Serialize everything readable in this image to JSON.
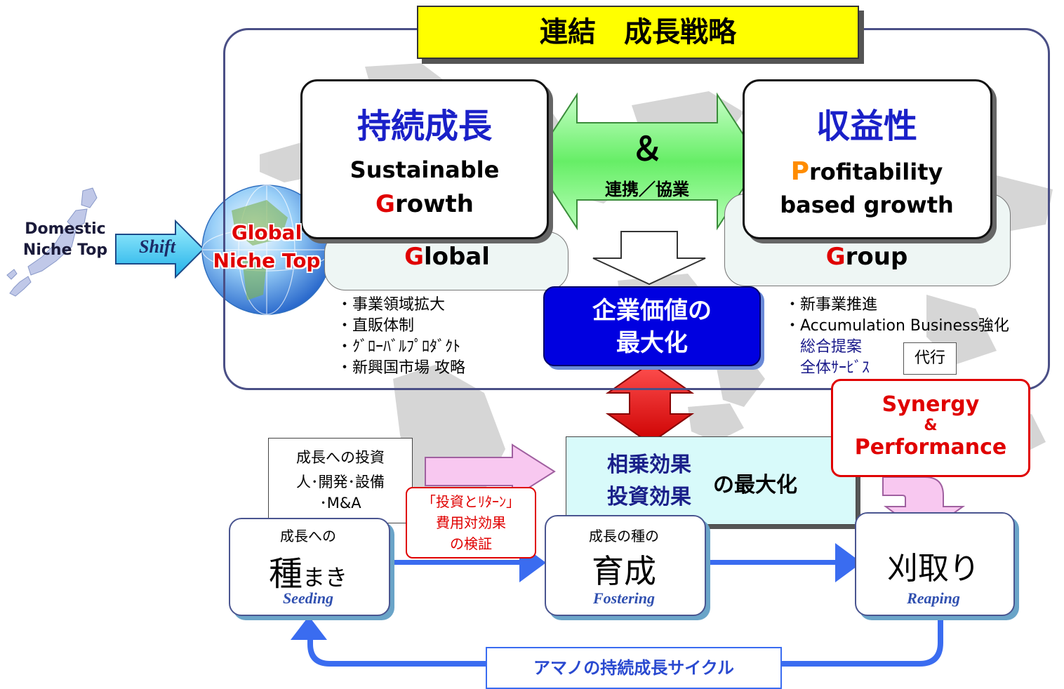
{
  "title": "連結　成長戦略",
  "left_panel": {
    "jp": "持続成長",
    "en_line1": "Sustainable",
    "en_line2_initial": "G",
    "en_line2_rest": "rowth",
    "tab_initial": "G",
    "tab_rest": "lobal",
    "bullets": [
      "・事業領域拡大",
      "・直販体制",
      "・ｸﾞﾛｰﾊﾞﾙﾌﾟﾛﾀﾞｸﾄ",
      "・新興国市場 攻略"
    ]
  },
  "right_panel": {
    "jp": "収益性",
    "en_line1_initial": "P",
    "en_line1_rest": "rofitability",
    "en_line2": "based growth",
    "tab_initial": "G",
    "tab_rest": "roup",
    "bullets": [
      "・新事業推進",
      "・Accumulation Business強化"
    ],
    "sub_items": [
      "総合提案",
      "全体ｻｰﾋﾞｽ"
    ],
    "proxy": "代行"
  },
  "center": {
    "ampersand": "＆",
    "collab": "連携／協業",
    "value_line1": "企業価値の",
    "value_line2": "最大化"
  },
  "globe": {
    "domestic_line1": "Domestic",
    "domestic_line2": "Niche Top",
    "shift": "Shift",
    "global_line1": "Global",
    "global_line2": "Niche Top"
  },
  "investment": {
    "line1": "成長への投資",
    "line2": "人･開発･設備",
    "line3": "･M&A"
  },
  "return_note": {
    "line1": "「投資とﾘﾀｰﾝ」",
    "line2": "費用対効果",
    "line3": "の検証"
  },
  "synergy_center": {
    "line1": "相乗効果",
    "line2": "投資効果",
    "suffix": "の最大化"
  },
  "synergy_badge": {
    "line1": "Synergy",
    "line2": "&",
    "line3": "Performance"
  },
  "cycle": [
    {
      "small": "成長への",
      "big_char": "種",
      "big_rest": "まき",
      "en": "Seeding"
    },
    {
      "small": "成長の種の",
      "big": "育成",
      "en": "Fostering"
    },
    {
      "big": "刈取り",
      "en": "Reaping"
    }
  ],
  "cycle_label": "アマノの持続成長サイクル",
  "colors": {
    "title_bg": "#ffff00",
    "accent_red": "#e00000",
    "accent_blue": "#1a20c8",
    "value_box": "#0000e0",
    "collab_arrow": "#7cf07c",
    "cycle_arrow": "#3a6cf0",
    "pink_arrow": "#f8c8f0",
    "shift_arrow": "#40c8f0"
  }
}
